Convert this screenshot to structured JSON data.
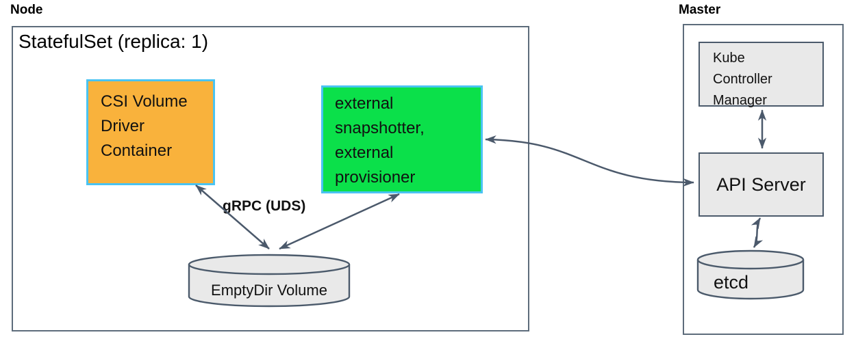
{
  "colors": {
    "orange-fill": "#f9b23c",
    "green-fill": "#0be04a",
    "cyan-border": "#4ac3f2",
    "gray-fill": "#e9e9e9",
    "dark-border": "#4b5a6b",
    "outline": "#5d6c7b",
    "arrow": "#4b596b",
    "text": "#111111"
  },
  "node": {
    "label": "Node",
    "statefulset_label": "StatefulSet (replica: 1)",
    "csi_box_label": "CSI Volume Driver Container",
    "external_box_label": "external snapshotter, external provisioner",
    "grpc_label": "gRPC (UDS)",
    "emptydir_label": "EmptyDir Volume"
  },
  "master": {
    "label": "Master",
    "kcm_box_label": "Kube Controller Manager",
    "api_box_label": "API Server",
    "etcd_label": "etcd"
  }
}
